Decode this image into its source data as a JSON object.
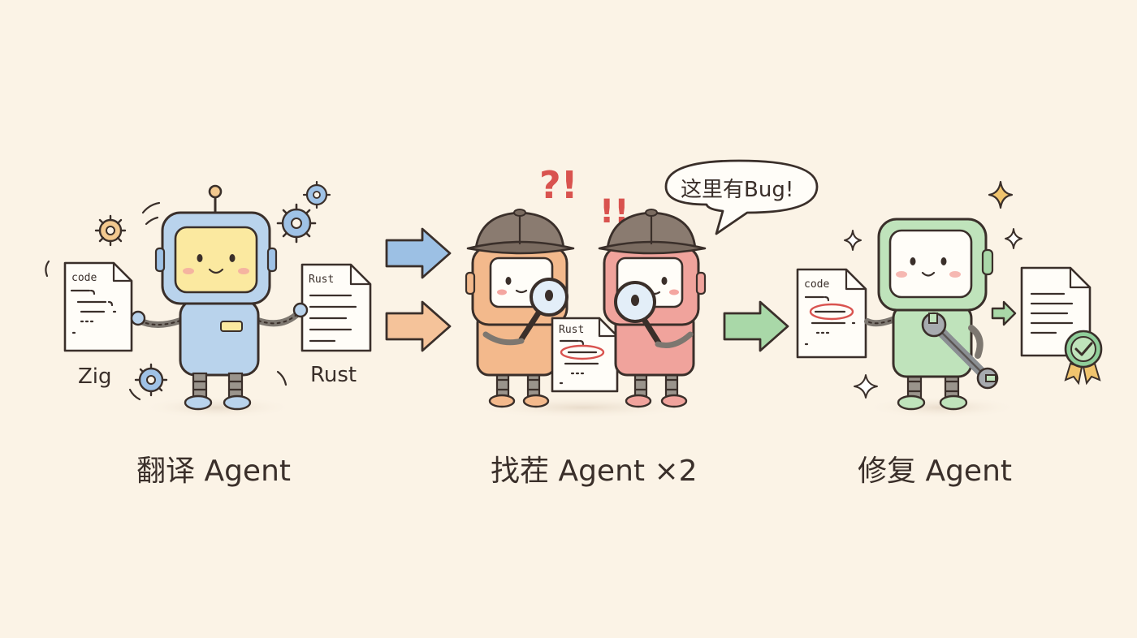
{
  "labels": {
    "translate_agent": "翻译 Agent",
    "find_bug_agent": "找茬 Agent ×2",
    "fix_agent": "修复 Agent",
    "zig": "Zig",
    "rust": "Rust",
    "speech": "这里有Bug!",
    "doc_code_1": "code",
    "doc_rust_1": "Rust",
    "doc_rust_2": "Rust",
    "doc_code_2": "code",
    "question_marks": "?!",
    "exclaim_marks": "!!"
  },
  "colors": {
    "background": "#fbf3e6",
    "robot_blue": "#b9d3ec",
    "robot_orange": "#f3b98c",
    "robot_red": "#f0a39c",
    "robot_green": "#bfe3bb",
    "screen_yellow": "#fbe9a0",
    "arrow_blue": "#9cc0e4",
    "arrow_orange": "#f5c39a",
    "arrow_green": "#a9d8a8",
    "gear_blue": "#9fc2e6",
    "gear_orange": "#f3c98f",
    "accent_red": "#d9534f",
    "badge_green": "#8fce9a",
    "badge_gold": "#f0c46e"
  },
  "icons": [
    "gear-icon",
    "magnifier-icon",
    "detective-hat-icon",
    "wrench-icon",
    "sparkle-icon",
    "check-badge-icon",
    "arrow-right-icon",
    "document-icon"
  ]
}
